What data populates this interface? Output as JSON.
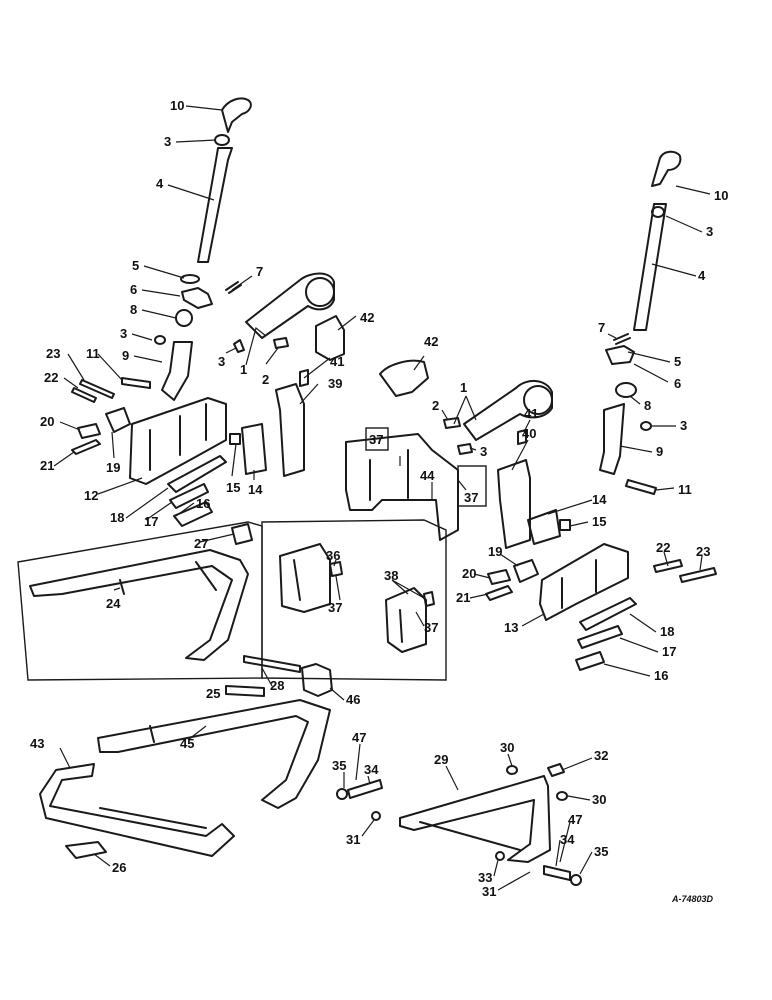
{
  "drawing_number": "A-74803D",
  "labels": {
    "l_1": "1",
    "l_2": "2",
    "l_3": "3",
    "l_4": "4",
    "l_5": "5",
    "l_6": "6",
    "l_7": "7",
    "l_8": "8",
    "l_9": "9",
    "l_10": "10",
    "l_11": "11",
    "l_12": "12",
    "l_13": "13",
    "l_14": "14",
    "l_15": "15",
    "l_16": "16",
    "l_17": "17",
    "l_18": "18",
    "l_19": "19",
    "l_20": "20",
    "l_21": "21",
    "l_22": "22",
    "l_23": "23",
    "l_24": "24",
    "l_25": "25",
    "l_26": "26",
    "l_27": "27",
    "l_28": "28",
    "l_29": "29",
    "l_30": "30",
    "l_31": "31",
    "l_32": "32",
    "l_33": "33",
    "l_34": "34",
    "l_35": "35",
    "l_36": "36",
    "l_37": "37",
    "l_38": "38",
    "l_39": "39",
    "l_40": "40",
    "l_41": "41",
    "l_42": "42",
    "l_43": "43",
    "l_44": "44",
    "l_45": "45",
    "l_46": "46",
    "l_47": "47"
  }
}
